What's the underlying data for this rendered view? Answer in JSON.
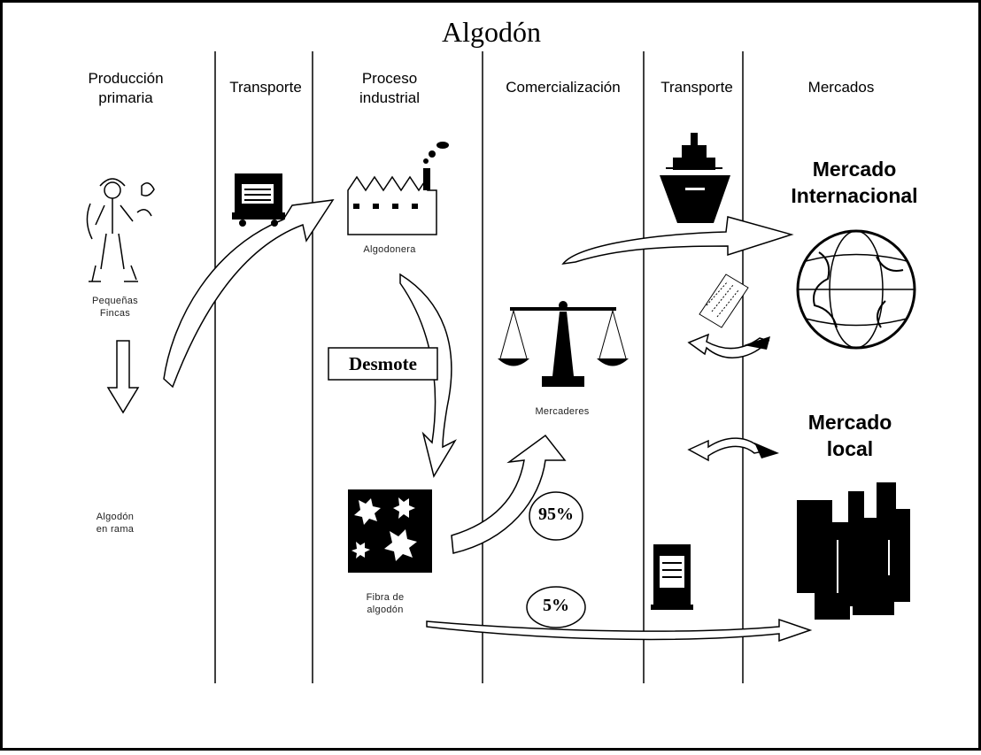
{
  "title": "Algodón",
  "columns": {
    "produccion": "Producción\nprimaria",
    "transporte1": "Transporte",
    "proceso": "Proceso\nindustrial",
    "comercializacion": "Comercialización",
    "transporte2": "Transporte",
    "mercados": "Mercados"
  },
  "nodes": {
    "pequenas_fincas": "Pequeñas\nFincas",
    "algodon_en_rama": "Algodón\nen rama",
    "algodonera": "Algodonera",
    "fibra_de_algodon": "Fibra de\nalgodón",
    "mercaderes": "Mercaderes",
    "desmote": "Desmote",
    "mercado_internacional": "Mercado\nInternacional",
    "mercado_local": "Mercado\nlocal"
  },
  "percentages": {
    "p95": "95%",
    "p5": "5%"
  },
  "colors": {
    "line": "#000000",
    "fill": "#000000",
    "background": "#ffffff"
  },
  "icons": [
    "farmer-icon",
    "truck-icon",
    "factory-icon",
    "ship-icon",
    "cotton-bale-icon",
    "balance-scale-icon",
    "globe-icon",
    "cotton-fiber-icon",
    "city-buildings-icon"
  ]
}
